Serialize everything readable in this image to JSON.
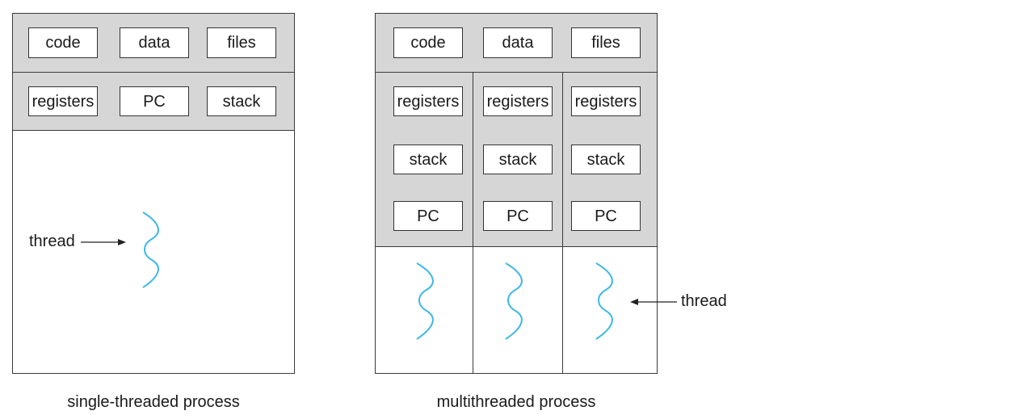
{
  "colors": {
    "band_fill": "#d6d6d6",
    "thread_color": "#3db8e8",
    "border": "#333333"
  },
  "single": {
    "shared": {
      "code": "code",
      "data": "data",
      "files": "files"
    },
    "per_thread": {
      "registers": "registers",
      "pc": "PC",
      "stack": "stack"
    },
    "thread_label": "thread",
    "caption": "single-threaded process"
  },
  "multi": {
    "shared": {
      "code": "code",
      "data": "data",
      "files": "files"
    },
    "threads": [
      {
        "registers": "registers",
        "stack": "stack",
        "pc": "PC"
      },
      {
        "registers": "registers",
        "stack": "stack",
        "pc": "PC"
      },
      {
        "registers": "registers",
        "stack": "stack",
        "pc": "PC"
      }
    ],
    "thread_label": "thread",
    "caption": "multithreaded process"
  }
}
